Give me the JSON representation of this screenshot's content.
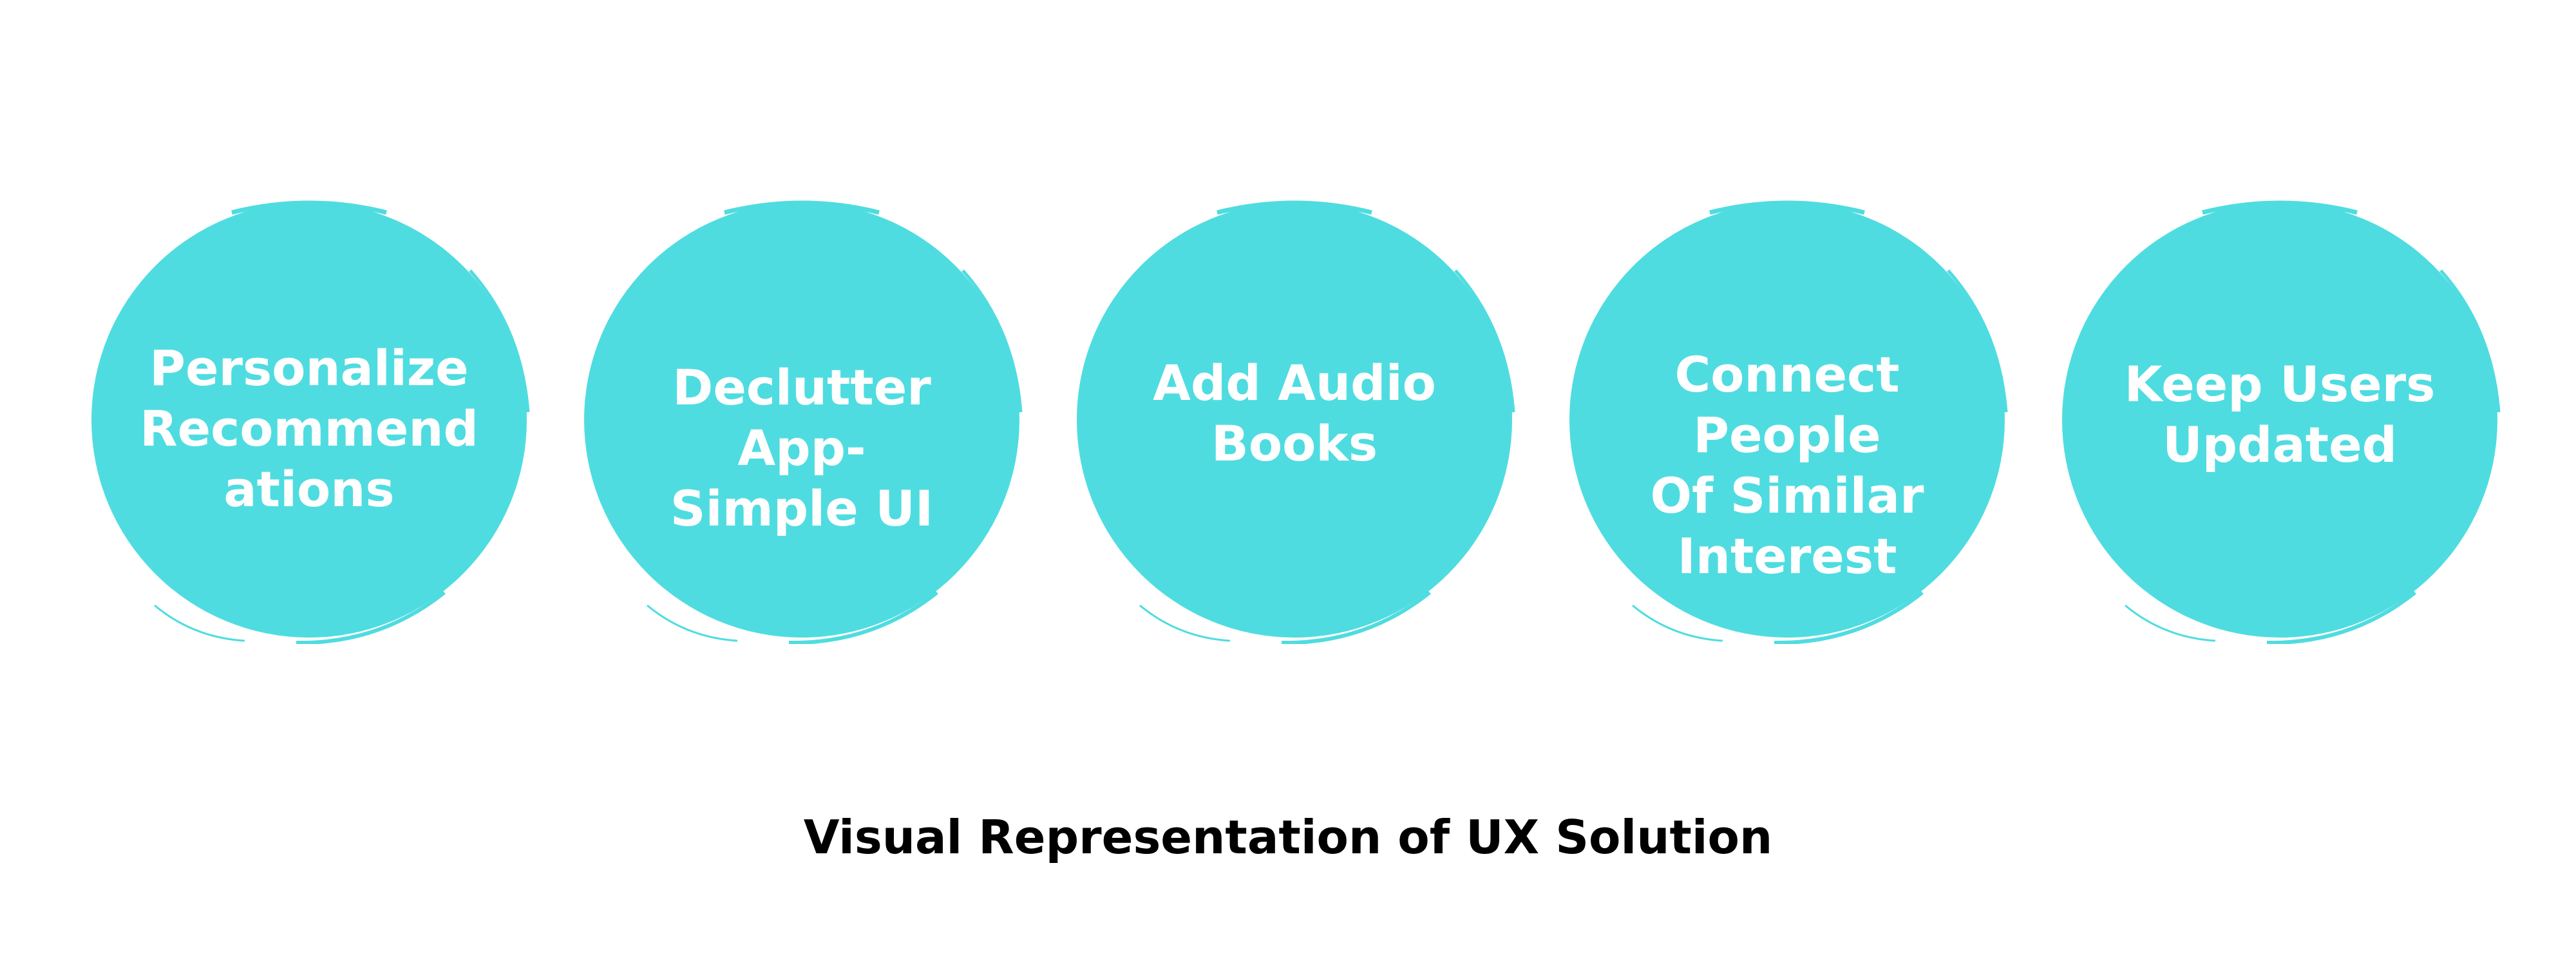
{
  "colors": {
    "circle_fill": "#4fdce0",
    "label_text": "#ffffff",
    "caption_text": "#000000",
    "background": "#ffffff"
  },
  "circles": [
    {
      "label": "Personalize\nRecommend\nations"
    },
    {
      "label": "Declutter App-\nSimple UI"
    },
    {
      "label": "Add Audio\nBooks"
    },
    {
      "label": "Connect People\nOf Similar\nInterest"
    },
    {
      "label": "Keep Users\nUpdated"
    }
  ],
  "caption": "Visual Representation of UX Solution"
}
